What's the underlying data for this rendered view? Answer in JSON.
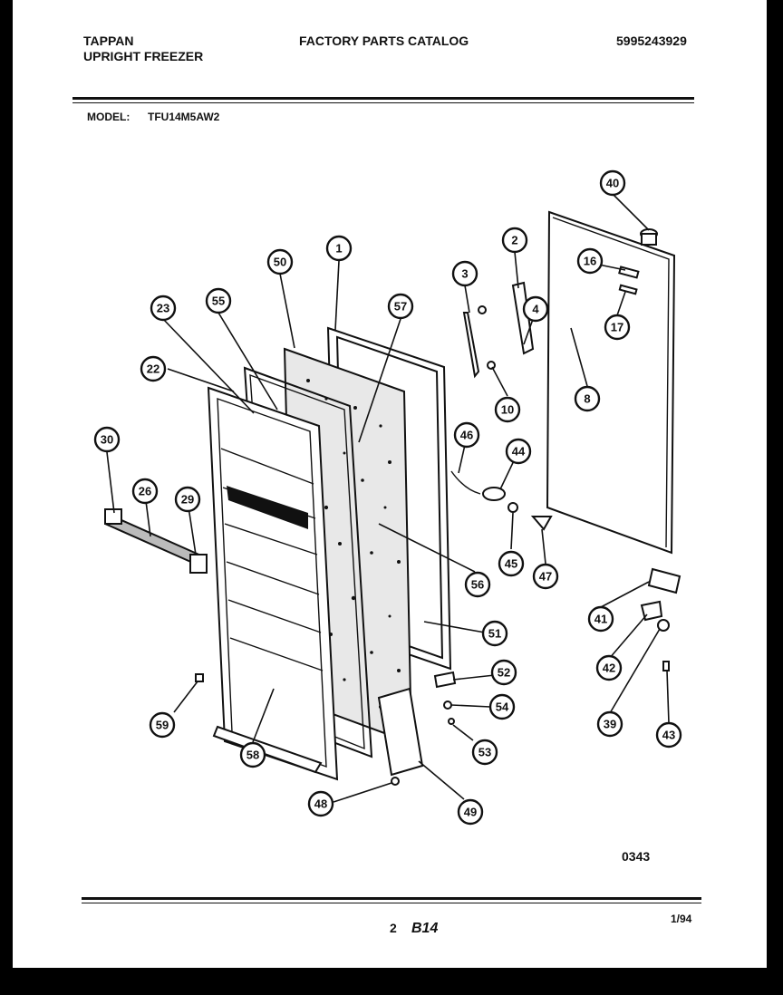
{
  "header": {
    "brand": "TAPPAN",
    "product": "UPRIGHT FREEZER",
    "catalog_title": "FACTORY PARTS CATALOG",
    "catalog_number": "5995243929",
    "model_label": "MODEL:",
    "model_value": "TFU14M5AW2"
  },
  "diagram": {
    "code": "0343",
    "callouts": [
      "40",
      "1",
      "50",
      "2",
      "16",
      "57",
      "23",
      "55",
      "3",
      "17",
      "4",
      "22",
      "8",
      "10",
      "30",
      "46",
      "44",
      "26",
      "29",
      "45",
      "47",
      "56",
      "41",
      "51",
      "42",
      "52",
      "54",
      "39",
      "43",
      "59",
      "53",
      "58",
      "48",
      "49"
    ]
  },
  "footer": {
    "page_number": "2",
    "section": "B14",
    "date": "1/94"
  }
}
